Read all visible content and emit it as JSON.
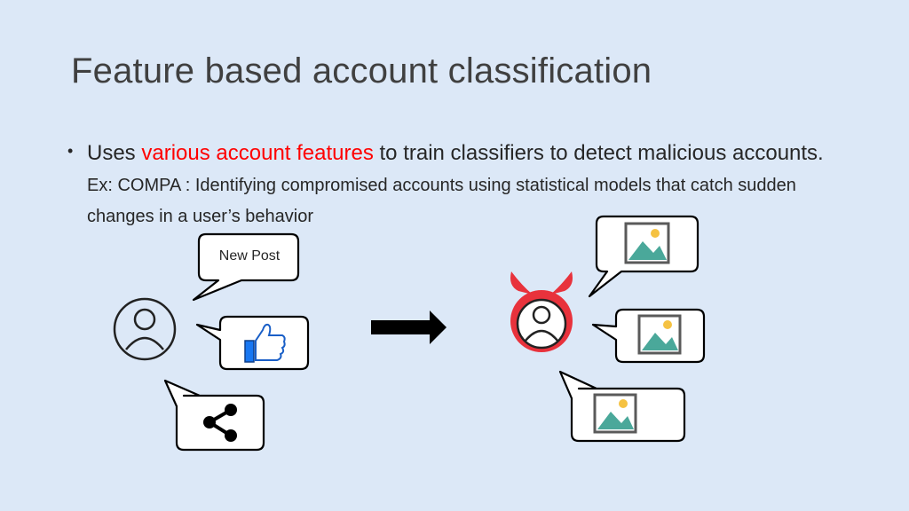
{
  "slide": {
    "title": "Feature based account classification",
    "bullet": {
      "prefix": "Uses ",
      "highlight": "various account features",
      "rest": " to train classifiers to detect malicious accounts.",
      "example": " Ex: COMPA : Identifying compromised accounts using statistical models that catch sudden changes in a user’s behavior"
    }
  },
  "diagram": {
    "bubble_new_post": "New Post",
    "icons": {
      "normal_user": "user-avatar-icon",
      "like": "thumbs-up-icon",
      "share": "share-icon",
      "arrow": "right-arrow-icon",
      "malicious_user": "devil-user-icon",
      "image": "image-icon"
    },
    "colors": {
      "background": "#dce8f7",
      "highlight": "#ff0000",
      "devil": "#e8323c",
      "like_blue": "#1877f2",
      "image_teal": "#4aa89a",
      "sun": "#f5c242"
    }
  }
}
